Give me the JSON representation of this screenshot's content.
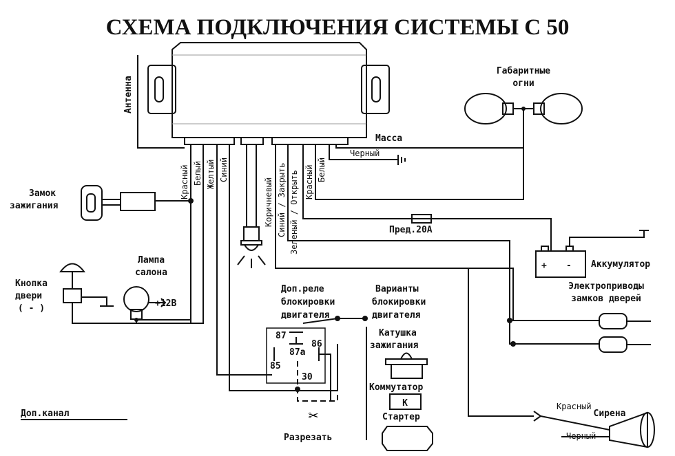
{
  "title": "СХЕМА ПОДКЛЮЧЕНИЯ СИСТЕМЫ С 50",
  "labels": {
    "antenna": "Антенна",
    "ground": "Масса",
    "ground_wire": "Черный",
    "parking_lights_1": "Габаритные",
    "parking_lights_2": "огни",
    "ignition_lock_1": "Замок",
    "ignition_lock_2": "зажигания",
    "fuse": "Пред.20А",
    "battery": "Аккумулятор",
    "lamp_1": "Лампа",
    "lamp_2": "салона",
    "door_button_1": "Кнопка",
    "door_button_2": "двери",
    "door_button_3": "( - )",
    "plus12": "+12В",
    "relay_1": "Доп.реле",
    "relay_2": "блокировки",
    "relay_3": "двигателя",
    "variants_1": "Варианты",
    "variants_2": "блокировки",
    "variants_3": "двигателя",
    "coil_1": "Катушка",
    "coil_2": "зажигания",
    "commutator": "Коммутатор",
    "commutator_symbol": "K",
    "starter": "Стартер",
    "cut": "Разрезать",
    "extra_channel": "Доп.канал",
    "actuators_1": "Электроприводы",
    "actuators_2": "замков дверей",
    "siren": "Сирена",
    "siren_red": "Красный",
    "siren_black": "Черный"
  },
  "wires": {
    "red": "Красный",
    "white": "Белый",
    "yellow": "Желтый",
    "blue": "Синий",
    "brown": "Коричневый",
    "blue_close": "Синий / Закрыть",
    "green_open": "Зеленый / Открыть",
    "red2": "Красный",
    "white2": "Белый"
  },
  "relay_pins": {
    "p87": "87",
    "p87a": "87a",
    "p86": "86",
    "p85": "85",
    "p30": "30"
  },
  "battery_terminals": {
    "plus": "+",
    "minus": "-"
  }
}
